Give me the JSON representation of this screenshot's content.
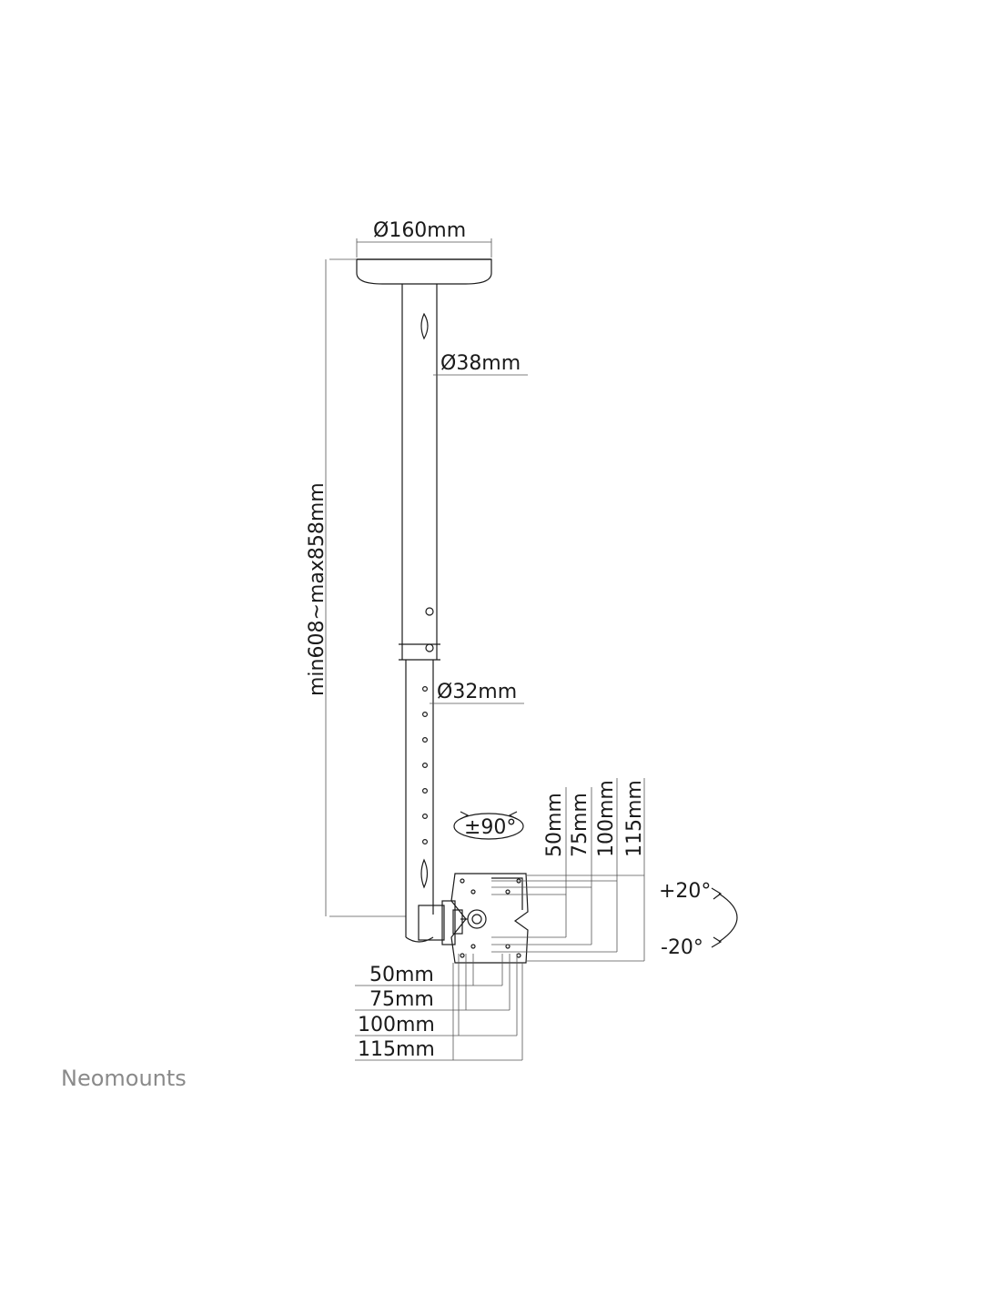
{
  "labels": {
    "base_diameter": "Ø160mm",
    "upper_tube_diameter": "Ø38mm",
    "lower_tube_diameter": "Ø32mm",
    "height_range": "min608~max858mm",
    "swivel": "±90°",
    "tilt_up": "+20°",
    "tilt_down": "-20°",
    "vesa_vertical": [
      "50mm",
      "75mm",
      "100mm",
      "115mm"
    ],
    "vesa_horizontal": [
      "50mm",
      "75mm",
      "100mm",
      "115mm"
    ]
  },
  "brand": "Neomounts"
}
